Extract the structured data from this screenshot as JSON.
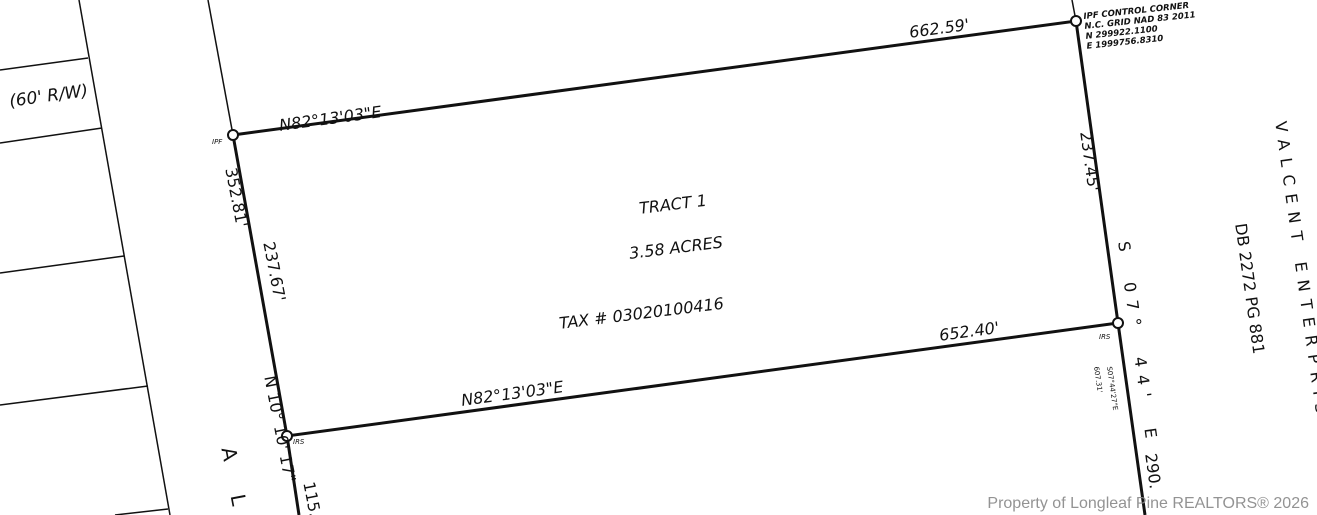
{
  "road_label": "(60' R/W)",
  "tract": {
    "name": "TRACT 1",
    "area": "3.58 ACRES",
    "tax": "TAX # 03020100416"
  },
  "boundaries": {
    "north_bearing": "N82°13'03\"E",
    "north_distance": "662.59'",
    "south_bearing": "N82°13'03\"E",
    "south_distance": "652.40'",
    "west_total": "352.81'",
    "west_distance": "237.67'",
    "west_bearing": "N 10° 10' 17\"",
    "west_continue": "115.",
    "east_distance": "237.45'",
    "east_bearing": "S 07° 44' E",
    "east_continue": "290.",
    "east_small_bearing": "S07°44'27\"E",
    "east_small_distance": "607.31'"
  },
  "monuments": {
    "nw": "IPF",
    "ne": "IPF CONTROL CORNER",
    "ne_grid": "N.C. GRID NAD 83 2011",
    "ne_north": "N 299922.1100",
    "ne_east": "E 1999756.8310",
    "sw": "IRS",
    "se": "IRS"
  },
  "adjoiner": {
    "name": "VALCENT ENTERPRISES",
    "deed": "DB 2272 PG 881"
  },
  "street_letters": "A L",
  "watermark": "Property of Longleaf Pine REALTORS® 2026"
}
